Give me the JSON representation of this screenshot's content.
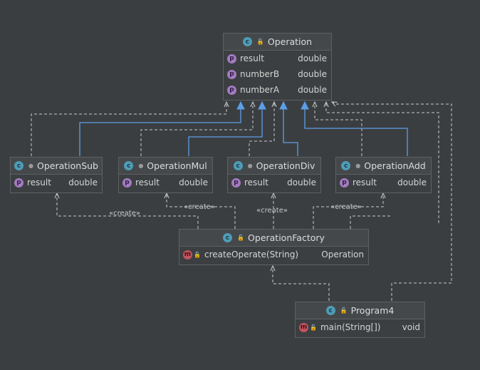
{
  "classes": {
    "operation": {
      "name": "Operation",
      "fields": [
        {
          "name": "result",
          "type": "double"
        },
        {
          "name": "numberB",
          "type": "double"
        },
        {
          "name": "numberA",
          "type": "double"
        }
      ]
    },
    "operation_sub": {
      "name": "OperationSub",
      "fields": [
        {
          "name": "result",
          "type": "double"
        }
      ]
    },
    "operation_mul": {
      "name": "OperationMul",
      "fields": [
        {
          "name": "result",
          "type": "double"
        }
      ]
    },
    "operation_div": {
      "name": "OperationDiv",
      "fields": [
        {
          "name": "result",
          "type": "double"
        }
      ]
    },
    "operation_add": {
      "name": "OperationAdd",
      "fields": [
        {
          "name": "result",
          "type": "double"
        }
      ]
    },
    "operation_factory": {
      "name": "OperationFactory",
      "methods": [
        {
          "name": "createOperate(String)",
          "type": "Operation"
        }
      ]
    },
    "program4": {
      "name": "Program4",
      "methods": [
        {
          "name": "main(String[])",
          "type": "void"
        }
      ]
    }
  },
  "relations": {
    "create_label": "«create»"
  },
  "badges": {
    "class": "c",
    "property": "p",
    "method": "m"
  },
  "colors": {
    "background": "#3b3e41",
    "inheritance_arrow": "#5c9ee6",
    "dependency_line": "#c8c8c8",
    "class_badge": "#4e9cb6",
    "property_badge": "#a47bc1",
    "method_badge": "#c2535f"
  }
}
